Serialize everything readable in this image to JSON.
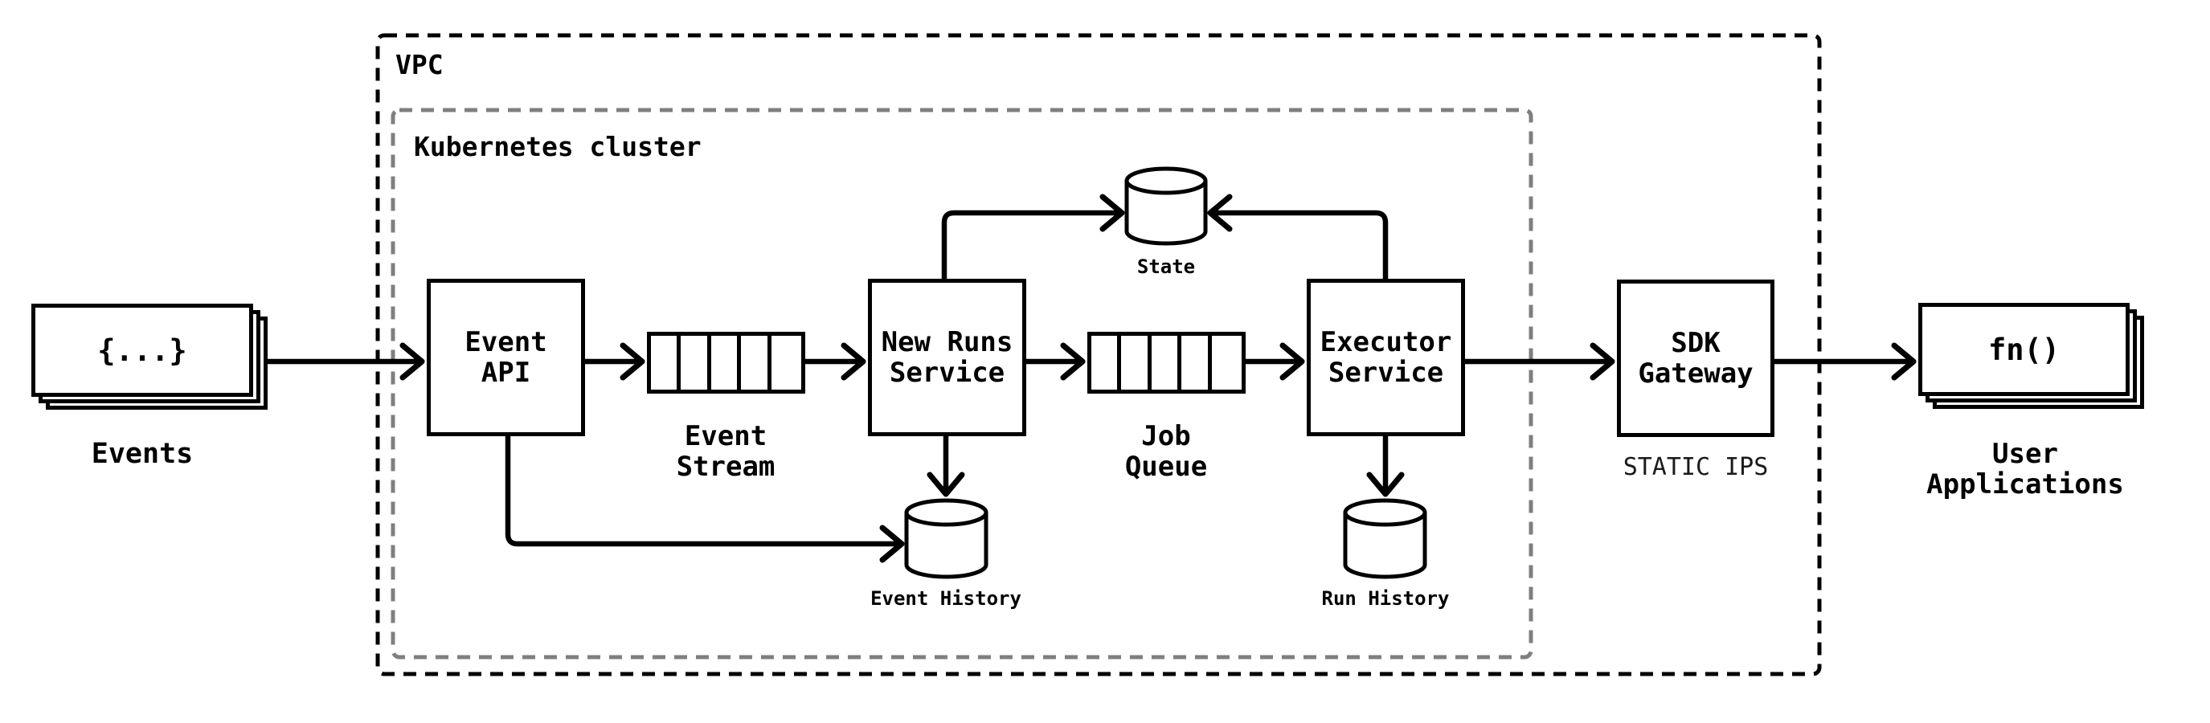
{
  "colors": {
    "ink": "#000000",
    "k8s_border": "#7f7f7f",
    "background": "#ffffff"
  },
  "vpc": {
    "label": "VPC"
  },
  "kubernetes": {
    "label": "Kubernetes cluster"
  },
  "events_source": {
    "icon_text": "{...}",
    "label": "Events"
  },
  "event_api": {
    "line1": "Event",
    "line2": "API"
  },
  "event_stream": {
    "line1": "Event",
    "line2": "Stream"
  },
  "new_runs_service": {
    "line1": "New Runs",
    "line2": "Service"
  },
  "state_db": {
    "label": "State"
  },
  "job_queue": {
    "line1": "Job",
    "line2": "Queue"
  },
  "executor_service": {
    "line1": "Executor",
    "line2": "Service"
  },
  "event_history_db": {
    "label": "Event History"
  },
  "run_history_db": {
    "label": "Run History"
  },
  "sdk_gateway": {
    "line1": "SDK",
    "line2": "Gateway",
    "sublabel": "STATIC IPS"
  },
  "user_applications": {
    "icon_text": "fn()",
    "line1": "User",
    "line2": "Applications"
  }
}
